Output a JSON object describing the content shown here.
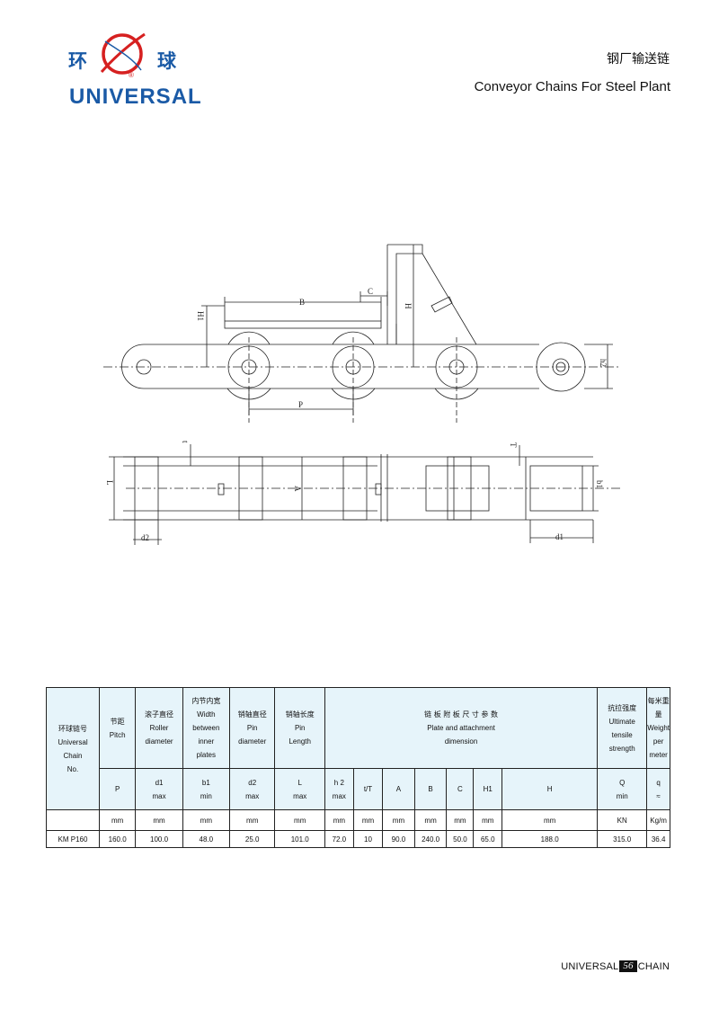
{
  "brand": {
    "cn_left": "环",
    "cn_right": "球",
    "registered": "®",
    "wordmark": "UNIVERSAL",
    "color": "#1a5aa6",
    "ring_color": "#d62020"
  },
  "header": {
    "title_cn": "钢厂输送链",
    "title_en": "Conveyor Chains For Steel Plant"
  },
  "drawing": {
    "labels": {
      "B": "B",
      "C": "C",
      "H1": "H1",
      "H": "H",
      "h2": "h2",
      "P": "P",
      "t": "t",
      "T": "T",
      "L": "L",
      "A": "A",
      "b1": "b1",
      "d2": "d2",
      "d1": "d1"
    }
  },
  "table": {
    "model_header": {
      "cn": "环球链号",
      "en1": "Universal",
      "en2": "Chain",
      "en3": "No."
    },
    "columns": [
      {
        "cn": "节距",
        "en": [
          "Pitch"
        ],
        "symbol": [
          "P"
        ],
        "unit": "mm"
      },
      {
        "cn": "滚子直径",
        "en": [
          "Roller",
          "diameter"
        ],
        "symbol": [
          "d1",
          "max"
        ],
        "unit": "mm"
      },
      {
        "cn": "内节内宽",
        "en": [
          "Width",
          "between",
          "inner",
          "plates"
        ],
        "symbol": [
          "b1",
          "min"
        ],
        "unit": "mm"
      },
      {
        "cn": "销轴直径",
        "en": [
          "Pin",
          "diameter"
        ],
        "symbol": [
          "d2",
          "max"
        ],
        "unit": "mm"
      },
      {
        "cn": "销轴长度",
        "en": [
          "Pin",
          "Length"
        ],
        "symbol": [
          "L",
          "max"
        ],
        "unit": "mm"
      }
    ],
    "attachment_group": {
      "cn": "链 板 附 板 尺 寸 参 数",
      "en1": "Plate and attachment",
      "en2": "dimension",
      "columns": [
        {
          "symbol": [
            "h 2",
            "max"
          ],
          "unit": "mm"
        },
        {
          "symbol": [
            "t/T"
          ],
          "unit": "mm"
        },
        {
          "symbol": [
            "A"
          ],
          "unit": "mm"
        },
        {
          "symbol": [
            "B"
          ],
          "unit": "mm"
        },
        {
          "symbol": [
            "C"
          ],
          "unit": "mm"
        },
        {
          "symbol": [
            "H1"
          ],
          "unit": "mm"
        },
        {
          "symbol": [
            "H"
          ],
          "unit": "mm"
        }
      ]
    },
    "tail_columns": [
      {
        "cn": "抗拉强度",
        "en": [
          "Ultimate",
          "tensile",
          "strength"
        ],
        "symbol": [
          "Q",
          "min"
        ],
        "unit": "KN"
      },
      {
        "cn": "每米重量",
        "en": [
          "Weight",
          "per",
          "meter"
        ],
        "symbol": [
          "q",
          "≈"
        ],
        "unit": "Kg/m"
      }
    ],
    "rows": [
      {
        "model": "KM P160",
        "values": [
          "160.0",
          "100.0",
          "48.0",
          "25.0",
          "101.0",
          "72.0",
          "10",
          "90.0",
          "240.0",
          "50.0",
          "65.0",
          "188.0",
          "315.0",
          "36.4"
        ]
      }
    ]
  },
  "footer": {
    "left": "UNIVERSAL",
    "page": "56",
    "right": "CHAIN"
  }
}
